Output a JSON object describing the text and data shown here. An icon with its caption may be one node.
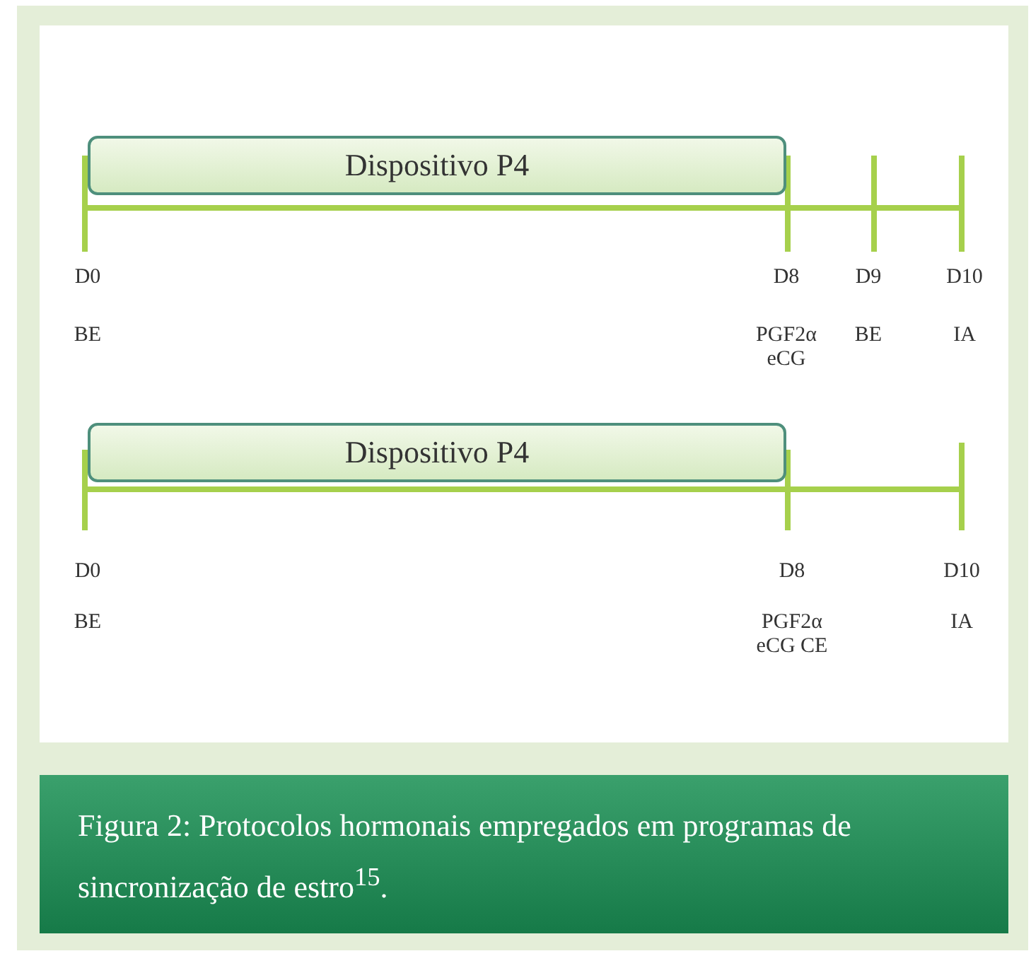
{
  "diagram": {
    "caption": "Figura 2: Protocolos hormonais empregados em programas de sincronização de estro$^{15}$.",
    "nodes": [
      {
        "text": [
          "Dispositivo P4"
        ]
      },
      {
        "text": [
          "Dispositivo P4"
        ]
      }
    ],
    "labels": [
      "D0",
      "D8",
      "D9",
      "D10",
      "BE",
      "PGF2α eCG",
      "BE",
      "IA",
      "D0",
      "D8",
      "D10",
      "BE",
      "PGF2α eCG CE",
      "IA"
    ]
  }
}
